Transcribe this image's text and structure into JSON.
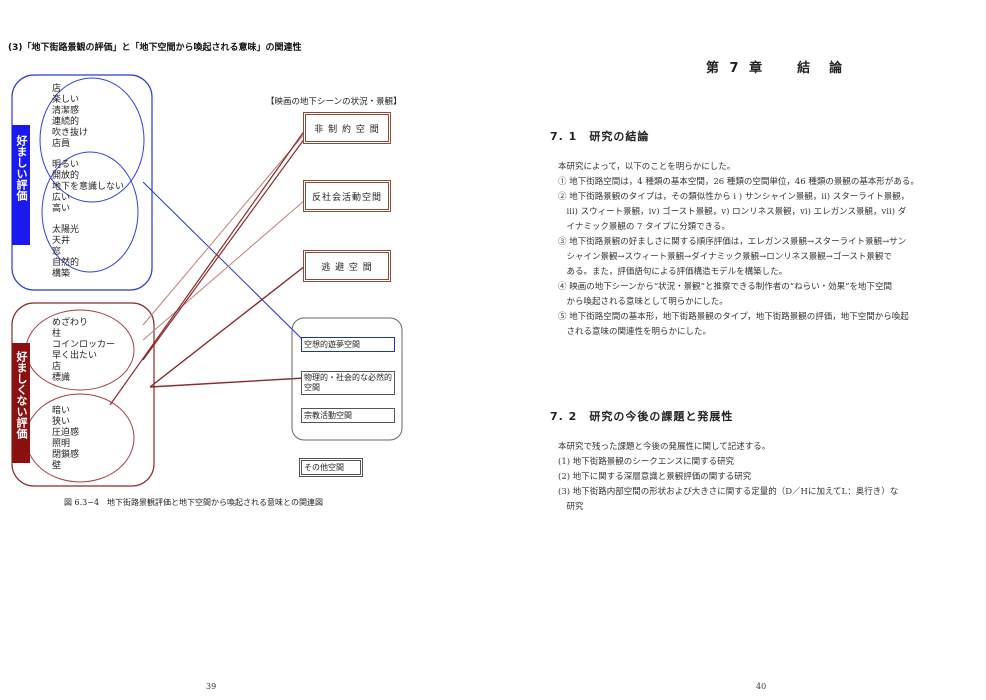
{
  "left_page": {
    "section_title": "(3)「地下街路景観の評価」と「地下空間から喚起される意味」の関連性",
    "figure_header": "【映画の地下シーンの状況・景観】",
    "preferred_label": "好ましい評価",
    "preferred_terms": [
      "店",
      "楽しい",
      "清潔感",
      "連続的",
      "吹き抜け",
      "店員",
      "明るい",
      "開放的",
      "地下を意識しない",
      "広い",
      "高い",
      "太陽光",
      "天井",
      "窓",
      "自然的",
      "構築"
    ],
    "unpreferred_label": "好ましくない評価",
    "unpreferred_terms": [
      "めざわり",
      "柱",
      "コインロッカー",
      "早く出たい",
      "店",
      "標識",
      "暗い",
      "狭い",
      "圧迫感",
      "照明",
      "閉鎖感",
      "壁"
    ],
    "scene_boxes": [
      "非 制 約 空 間",
      "反社会活動空間",
      "逃 避 空 間"
    ],
    "meaning_boxes": [
      "空想的遊夢空間",
      "物理的・社会的な必然的空間",
      "宗教活動空間",
      "その他空間"
    ],
    "caption": "図 6.3−4　地下街路景観評価と地下空間から喚起される意味との関連図",
    "page_number": "39"
  },
  "right_page": {
    "chapter_title": "第 7 章　　結　論",
    "sec1_title": "7. 1　研究の結論",
    "sec1_intro": "本研究によって，以下のことを明らかにした。",
    "sec1_items": [
      "① 地下街路空間は，4 種類の基本空間，26 種類の空間単位，46 種類の景観の基本形がある。",
      "② 地下街路景観のタイプは，その類似性から i ) サンシャイン景観，ⅱ) スターライト景観，",
      "　ⅲ) スウィート景観，ⅳ) ゴースト景観，ⅴ) ロンリネス景観，ⅵ) エレガンス景観，ⅶ) ダ",
      "　イナミック景観の 7 タイプに分類できる。",
      "③ 地下街路景観の好ましさに関する順序評価は，エレガンス景観→スターライト景観→サン",
      "　シャイン景観→スウィート景観→ダイナミック景観→ロンリネス景観→ゴースト景観で",
      "　ある。また，評価語句による評価構造モデルを構築した。",
      "④ 映画の地下シーンから“状況・景観”と推察できる制作者の“ねらい・効果”を地下空間",
      "　から喚起される意味として明らかにした。",
      "⑤ 地下街路空間の基本形，地下街路景観のタイプ，地下街路景観の評価，地下空間から喚起",
      "　される意味の関連性を明らかにした。"
    ],
    "sec2_title": "7. 2　研究の今後の課題と発展性",
    "sec2_intro": "本研究で残った課題と今後の発展性に関して記述する。",
    "sec2_items": [
      "(1) 地下街路景観のシークエンスに関する研究",
      "(2) 地下に関する深層意識と景観評価の関する研究",
      "(3) 地下街路内部空間の形状および大きさに関する定量的（D／Hに加えてL：奥行き）な",
      "　研究"
    ],
    "page_number": "40"
  }
}
